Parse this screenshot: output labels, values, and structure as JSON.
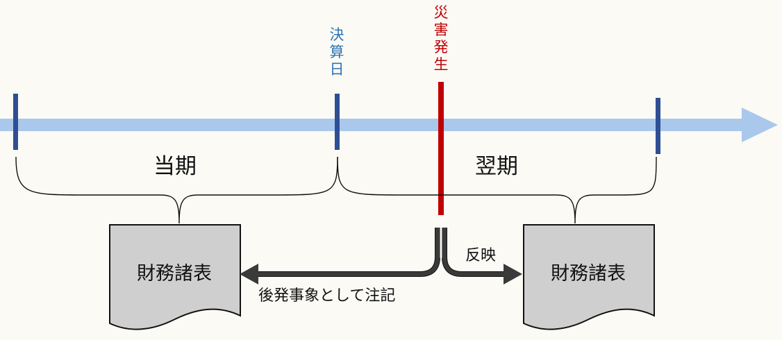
{
  "labels": {
    "settlement_date": "決算日",
    "disaster": "災害発生",
    "current_period": "当期",
    "next_period": "翌期",
    "reflect": "反映",
    "subsequent_event_note": "後発事象として注記"
  },
  "documents": [
    {
      "label": "財務諸表"
    },
    {
      "label": "財務諸表"
    }
  ],
  "colors": {
    "timeline": "#a9c8eb",
    "tick": "#2f4f94",
    "disaster_line": "#c00000",
    "settlement_text": "#2e74b5",
    "disaster_text": "#c00000",
    "arrow": "#3a3a3a",
    "document_fill": "#cfcfcf"
  }
}
